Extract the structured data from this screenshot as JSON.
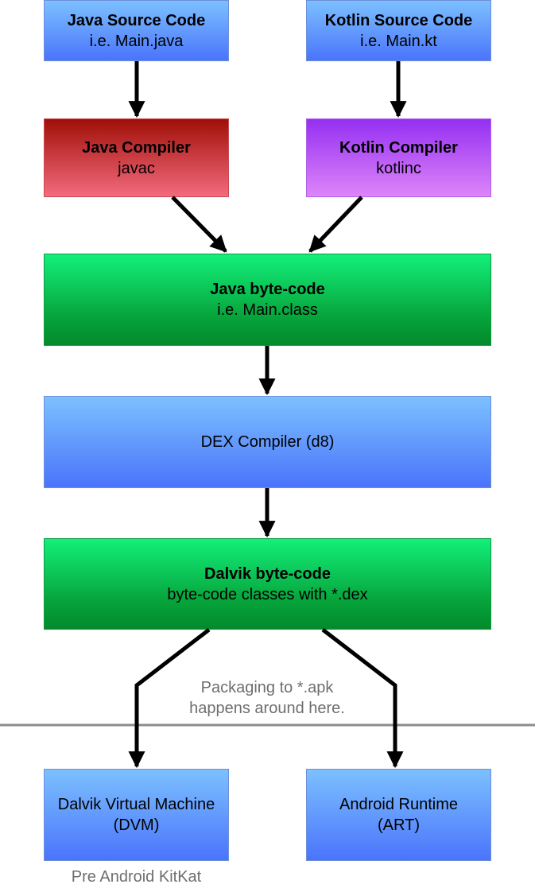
{
  "nodes": {
    "java_source": {
      "title": "Java Source Code",
      "subtitle": "i.e. Main.java"
    },
    "kotlin_source": {
      "title": "Kotlin Source Code",
      "subtitle": "i.e. Main.kt"
    },
    "java_compiler": {
      "title": "Java Compiler",
      "subtitle": "javac"
    },
    "kotlin_compiler": {
      "title": "Kotlin Compiler",
      "subtitle": "kotlinc"
    },
    "java_bytecode": {
      "title": "Java byte-code",
      "subtitle": "i.e. Main.class"
    },
    "dex_compiler": {
      "label": "DEX Compiler (d8)"
    },
    "dalvik_bytecode": {
      "title": "Dalvik byte-code",
      "subtitle": "byte-code classes with *.dex"
    },
    "dvm": {
      "line1": "Dalvik Virtual Machine",
      "line2": "(DVM)"
    },
    "art": {
      "line1": "Android Runtime",
      "line2": "(ART)"
    }
  },
  "annotations": {
    "packaging_line1": "Packaging to *.apk",
    "packaging_line2": "happens around here.",
    "dvm_caption": "Pre Android KitKat"
  },
  "colors": {
    "blue_top": "#7cc0ff",
    "blue_bottom": "#4a74fb",
    "red_top": "#a01008",
    "red_bottom": "#f46a7e",
    "purple_top": "#9530f2",
    "purple_bottom": "#dd85f9",
    "green_top": "#13ef7a",
    "green_bottom": "#038a2c",
    "divider": "#8c8c8c"
  }
}
